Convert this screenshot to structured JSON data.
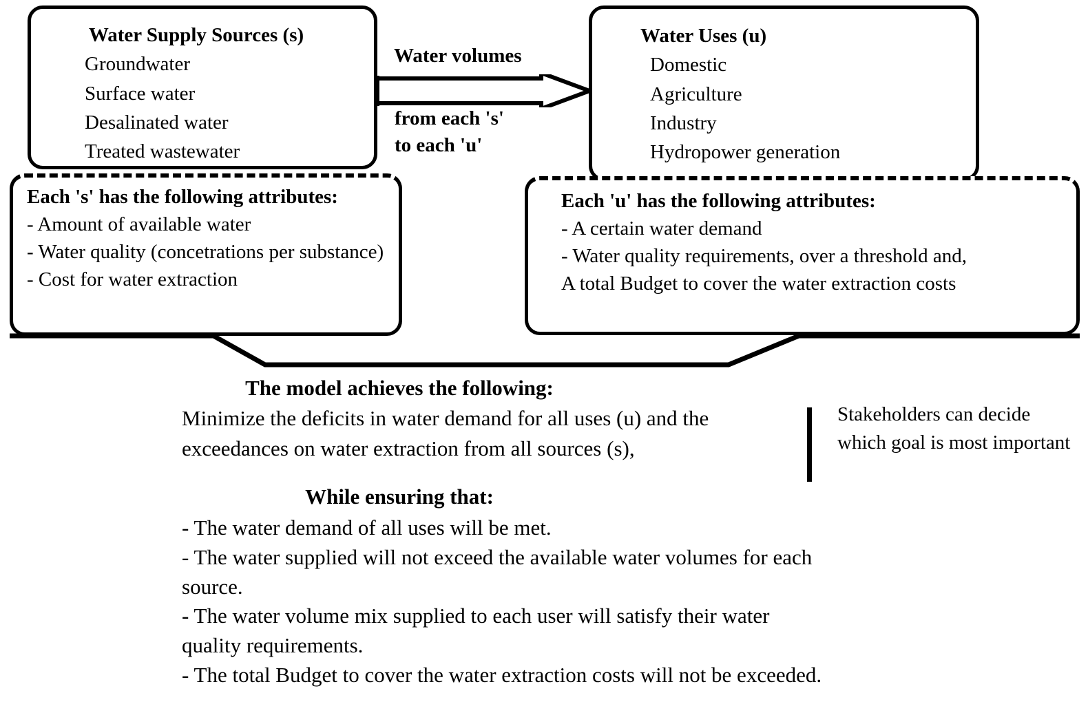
{
  "diagram": {
    "title": "Water supply-use allocation model schematic",
    "colors": {
      "stroke": "#000000",
      "background": "#ffffff",
      "text": "#000000"
    }
  },
  "sources_box": {
    "title": "Water Supply Sources (s)",
    "items": [
      "Groundwater",
      "Surface water",
      "Desalinated water",
      "Treated wastewater"
    ]
  },
  "uses_box": {
    "title": "Water Uses (u)",
    "items": [
      "Domestic",
      "Agriculture",
      "Industry",
      "Hydropower generation"
    ]
  },
  "arrow": {
    "label_top": "Water volumes",
    "label_bottom_line1": "from each 's'",
    "label_bottom_line2": "to each 'u'",
    "direction": "left-to-right"
  },
  "source_attributes": {
    "title": "Each 's' has the following attributes:",
    "lines": [
      "- Amount of available water",
      "- Water quality (concetrations per substance)",
      "- Cost for water extraction"
    ]
  },
  "use_attributes": {
    "title": "Each 'u' has the following attributes:",
    "lines": [
      "- A certain water demand",
      "- Water quality requirements, over a threshold and,",
      "A total Budget to cover the water extraction costs"
    ]
  },
  "model": {
    "heading": "The model achieves the following:",
    "goal": "Minimize the deficits in water demand for all uses (u) and the exceedances on water extraction from all sources (s),",
    "stakeholders_note": "Stakeholders can decide which goal is most important",
    "ensuring_heading": "While ensuring that:",
    "constraints": [
      "- The water demand of all uses will be met.",
      "- The water supplied will not exceed the available water volumes for each source.",
      "- The water volume mix supplied to each user will satisfy their water quality requirements.",
      " - The total Budget to cover the water extraction costs will not be exceeded."
    ]
  }
}
